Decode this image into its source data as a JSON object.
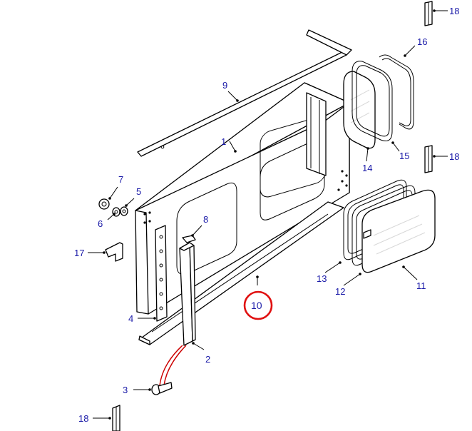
{
  "callouts": {
    "c1": "1",
    "c2": "2",
    "c3": "3",
    "c4": "4",
    "c5": "5",
    "c6": "6",
    "c7": "7",
    "c8": "8",
    "c9": "9",
    "c10": "10",
    "c11": "11",
    "c12": "12",
    "c13": "13",
    "c14": "14",
    "c15": "15",
    "c16": "16",
    "c17": "17",
    "c18a": "18",
    "c18b": "18",
    "c18c": "18"
  },
  "highlighted_callout": "10",
  "colors": {
    "label": "#1a1aa8",
    "highlight": "#e01010",
    "line": "#000000"
  }
}
